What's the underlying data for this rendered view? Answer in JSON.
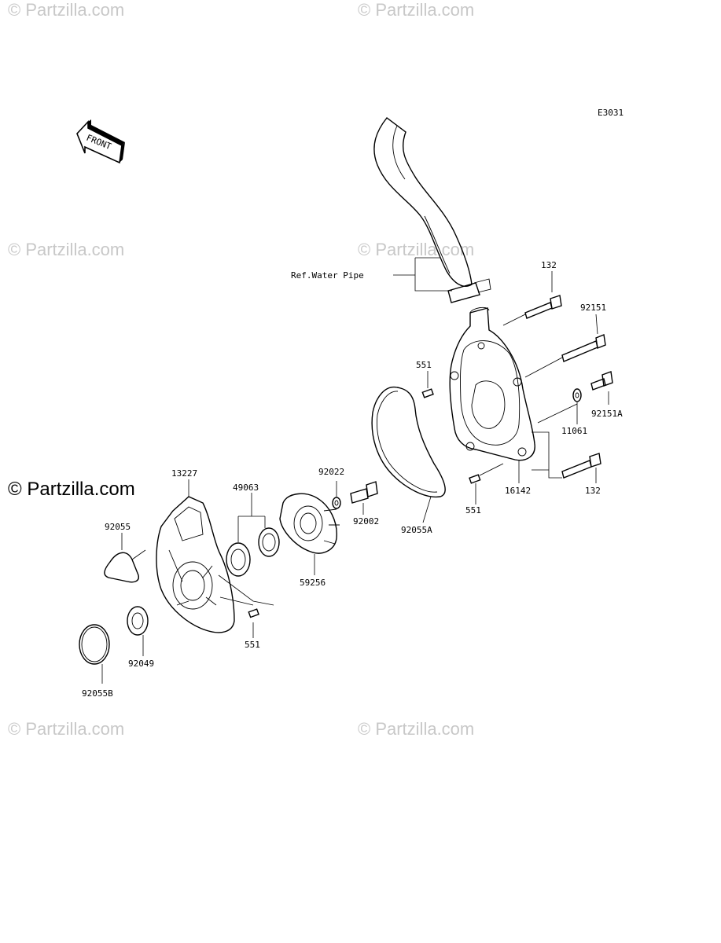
{
  "diagram_code": "E3031",
  "front_label": "FRONT",
  "watermark_text": "© Partzilla.com",
  "reference_label": "Ref.Water Pipe",
  "parts": {
    "p132_top": "132",
    "p92151": "92151",
    "p551_top": "551",
    "p92151A": "92151A",
    "p11061": "11061",
    "p16142": "16142",
    "p132_bottom": "132",
    "p551_mid": "551",
    "p92055A": "92055A",
    "p92022": "92022",
    "p92002": "92002",
    "p49063": "49063",
    "p59256": "59256",
    "p13227": "13227",
    "p92055": "92055",
    "p92049": "92049",
    "p551_bottom": "551",
    "p92055B": "92055B"
  }
}
